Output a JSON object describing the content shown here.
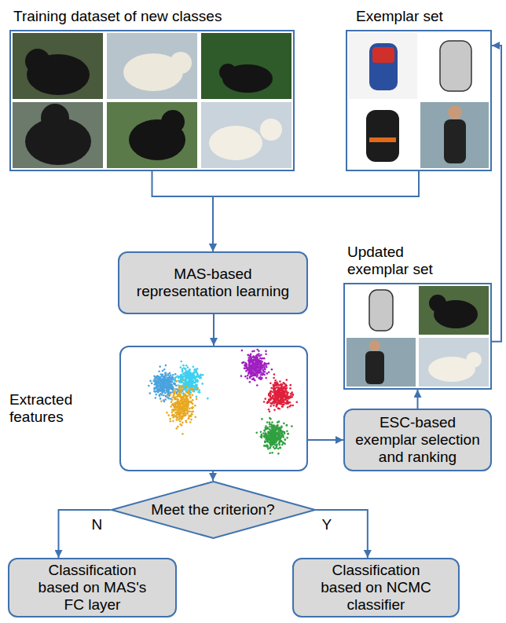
{
  "diagram": {
    "nodes": [
      {
        "text": [
          "Training dataset of new classes"
        ]
      },
      {
        "text": [
          "Exemplar set"
        ]
      },
      {
        "text": [
          "Updated exemplar set"
        ]
      },
      {
        "text": [
          "MAS-based representation learning"
        ]
      },
      {
        "text": [
          "Extracted features"
        ]
      },
      {
        "text": [
          "ESC-based exemplar selection and ranking"
        ]
      },
      {
        "text": [
          "Meet the criterion?"
        ]
      },
      {
        "text": [
          "Classification based on MAS's FC layer"
        ]
      },
      {
        "text": [
          "Classification based on NCMC classifier"
        ]
      }
    ],
    "edges": [
      {
        "from": 0,
        "to": 3,
        "arrow": "to"
      },
      {
        "from": 1,
        "to": 3,
        "arrow": "to"
      },
      {
        "from": 3,
        "to": 4,
        "arrow": "to"
      },
      {
        "from": 4,
        "to": 5,
        "arrow": "to"
      },
      {
        "from": 5,
        "to": 2,
        "arrow": "to"
      },
      {
        "from": 2,
        "to": 1,
        "arrow": "to"
      },
      {
        "from": 4,
        "to": 6,
        "arrow": "to"
      },
      {
        "from": 6,
        "to": 7,
        "label": "N",
        "arrow": "to"
      },
      {
        "from": 6,
        "to": 8,
        "label": "Y",
        "arrow": "to"
      }
    ]
  }
}
